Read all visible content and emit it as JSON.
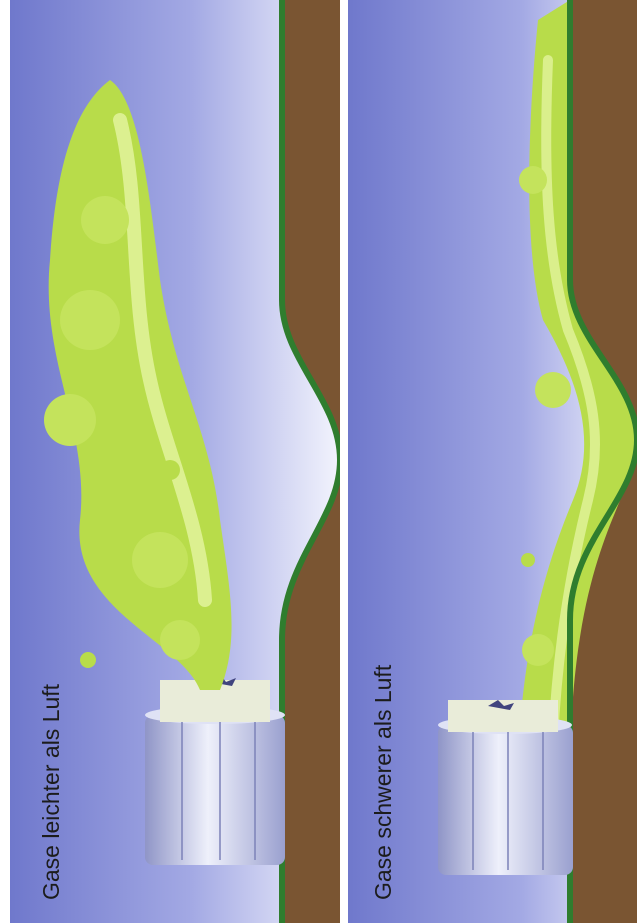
{
  "panels": [
    {
      "caption": "Gase leichter als Luft",
      "scenario": "light-gas"
    },
    {
      "caption": "Gase schwerer als Luft",
      "scenario": "heavy-gas"
    }
  ],
  "colors": {
    "sky_dark": "#7f86d3",
    "sky_light": "#eef0fb",
    "ground": "#7a5532",
    "ground_edge": "#2f7d2e",
    "gas_cloud": "#b8dc4a",
    "gas_highlight": "#e8f7a8",
    "tank": "#c7cbe3"
  }
}
